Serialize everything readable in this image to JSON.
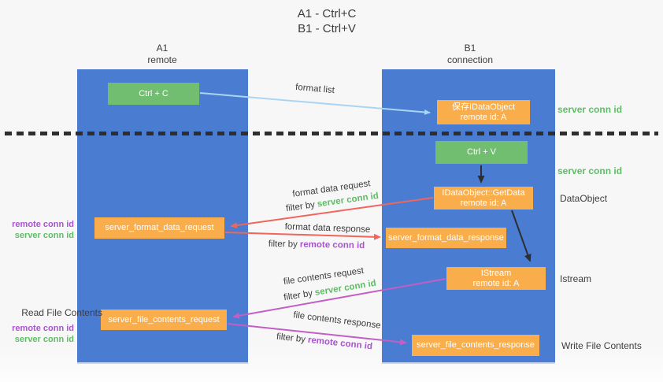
{
  "title": {
    "line1": "A1 - Ctrl+C",
    "line2": "B1 - Ctrl+V"
  },
  "lanes": {
    "left": {
      "name": "A1",
      "subtitle": "remote"
    },
    "right": {
      "name": "B1",
      "subtitle": "connection"
    }
  },
  "nodes": {
    "ctrl_c": {
      "label": "Ctrl + C"
    },
    "save_dataobject": {
      "line1": "保存IDataObject",
      "line2": "remote id: A"
    },
    "ctrl_v": {
      "label": "Ctrl + V"
    },
    "getdata": {
      "line1": "IDataObject::GetData",
      "line2": "remote id: A"
    },
    "format_request": {
      "label": "server_format_data_request"
    },
    "format_response": {
      "label": "server_format_data_response"
    },
    "istream": {
      "line1": "IStream",
      "line2": "remote id: A"
    },
    "file_request": {
      "label": "server_file_contents_request"
    },
    "file_response": {
      "label": "server_file_contents_response"
    }
  },
  "flow_labels": {
    "format_list": "format list",
    "format_data_request": "format data request",
    "format_data_response": "format data response",
    "file_contents_request": "file contents request",
    "file_contents_response": "file contents response",
    "filter_by": "filter by",
    "server_conn_id": "server conn id",
    "remote_conn_id": "remote conn id"
  },
  "side_labels": {
    "right": {
      "server_conn_id_top": "server conn id",
      "server_conn_id_mid": "server conn id",
      "dataobject": "DataObject",
      "istream": "Istream",
      "write_file_contents": "Write File Contents"
    },
    "left": {
      "remote_conn_id_top": "remote conn id",
      "server_conn_id_top": "server conn id",
      "read_file_contents": "Read File Contents",
      "remote_conn_id_bottom": "remote conn id",
      "server_conn_id_bottom": "server conn id"
    }
  },
  "colors": {
    "lane_blue": "#4a7dd2",
    "node_green": "#71be71",
    "node_orange": "#f9ad4b",
    "arrow_light_blue": "#a9d5f3",
    "arrow_red": "#f0655c",
    "arrow_magenta": "#c35ec3",
    "arrow_black": "#2e2e2e",
    "text_green": "#5fbd66",
    "text_purple": "#a855cb",
    "text_dark": "#3d3d3d"
  }
}
